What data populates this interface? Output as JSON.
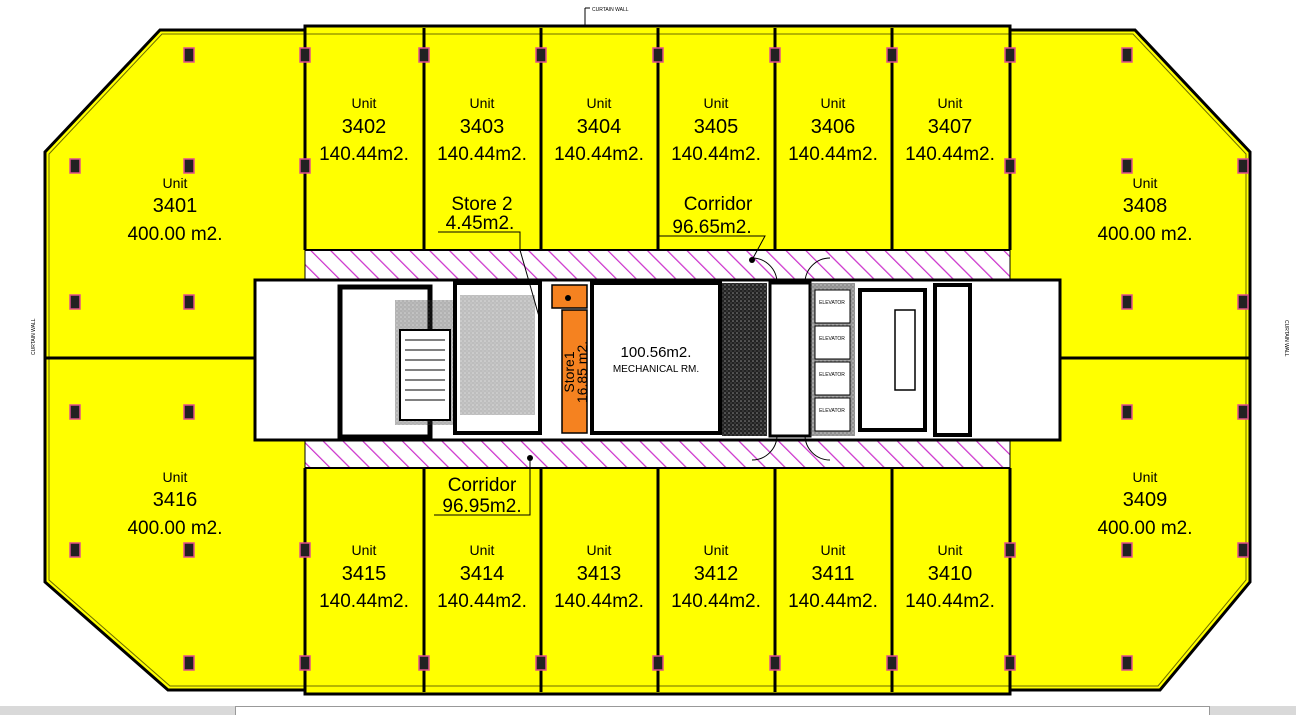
{
  "labels": {
    "curtain_wall": "CURTAIN WALL",
    "unit_word": "Unit",
    "elevator": "ELEVATOR"
  },
  "units_top": [
    {
      "number": "3402",
      "area": "140.44m2."
    },
    {
      "number": "3403",
      "area": "140.44m2."
    },
    {
      "number": "3404",
      "area": "140.44m2."
    },
    {
      "number": "3405",
      "area": "140.44m2."
    },
    {
      "number": "3406",
      "area": "140.44m2."
    },
    {
      "number": "3407",
      "area": "140.44m2."
    }
  ],
  "units_bottom": [
    {
      "number": "3415",
      "area": "140.44m2."
    },
    {
      "number": "3414",
      "area": "140.44m2."
    },
    {
      "number": "3413",
      "area": "140.44m2."
    },
    {
      "number": "3412",
      "area": "140.44m2."
    },
    {
      "number": "3411",
      "area": "140.44m2."
    },
    {
      "number": "3410",
      "area": "140.44m2."
    }
  ],
  "units_wing": {
    "u3401": {
      "number": "3401",
      "area": "400.00 m2."
    },
    "u3408": {
      "number": "3408",
      "area": "400.00 m2."
    },
    "u3416": {
      "number": "3416",
      "area": "400.00 m2."
    },
    "u3409": {
      "number": "3409",
      "area": "400.00 m2."
    }
  },
  "rooms": {
    "store2": {
      "name": "Store 2",
      "area": "4.45m2."
    },
    "corridor_top": {
      "name": "Corridor",
      "area": "96.65m2."
    },
    "corridor_bottom": {
      "name": "Corridor",
      "area": "96.95m2."
    },
    "store1": {
      "name": "Store1",
      "area": "16.85 m2."
    },
    "mechanical": {
      "name": "MECHANICAL RM.",
      "area": "100.56m2."
    }
  },
  "colors": {
    "unit_fill": "#ffff00",
    "store_fill": "#f58220",
    "hatch": "#cc33cc",
    "column_border": "#e0508a"
  }
}
